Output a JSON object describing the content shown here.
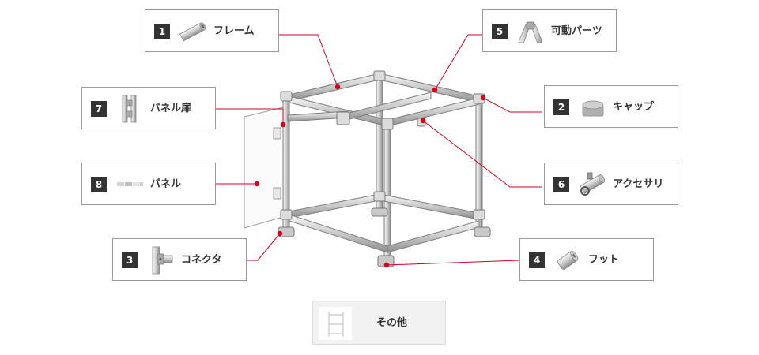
{
  "callouts": [
    {
      "id": "frame",
      "number": "1",
      "label": "フレーム",
      "icon": "pipe-frame-icon"
    },
    {
      "id": "cap",
      "number": "2",
      "label": "キャップ",
      "icon": "cap-icon"
    },
    {
      "id": "connector",
      "number": "3",
      "label": "コネクタ",
      "icon": "connector-icon"
    },
    {
      "id": "foot",
      "number": "4",
      "label": "フット",
      "icon": "foot-icon"
    },
    {
      "id": "movable",
      "number": "5",
      "label": "可動パーツ",
      "icon": "movable-parts-icon"
    },
    {
      "id": "accessory",
      "number": "6",
      "label": "アクセサリ",
      "icon": "accessory-icon"
    },
    {
      "id": "panel-door",
      "number": "7",
      "label": "パネル扉",
      "icon": "panel-door-icon"
    },
    {
      "id": "panel",
      "number": "8",
      "label": "パネル",
      "icon": "panel-icon"
    }
  ],
  "other": {
    "label": "その他",
    "icon": "rack-icon"
  },
  "colors": {
    "accent_red": "#d6001c",
    "number_bg": "#333333",
    "frame_stroke": "#7d7d7d",
    "frame_fill": "#e6e6e6",
    "card_border": "#9a9a9a",
    "other_bg": "#f2f2f2"
  }
}
